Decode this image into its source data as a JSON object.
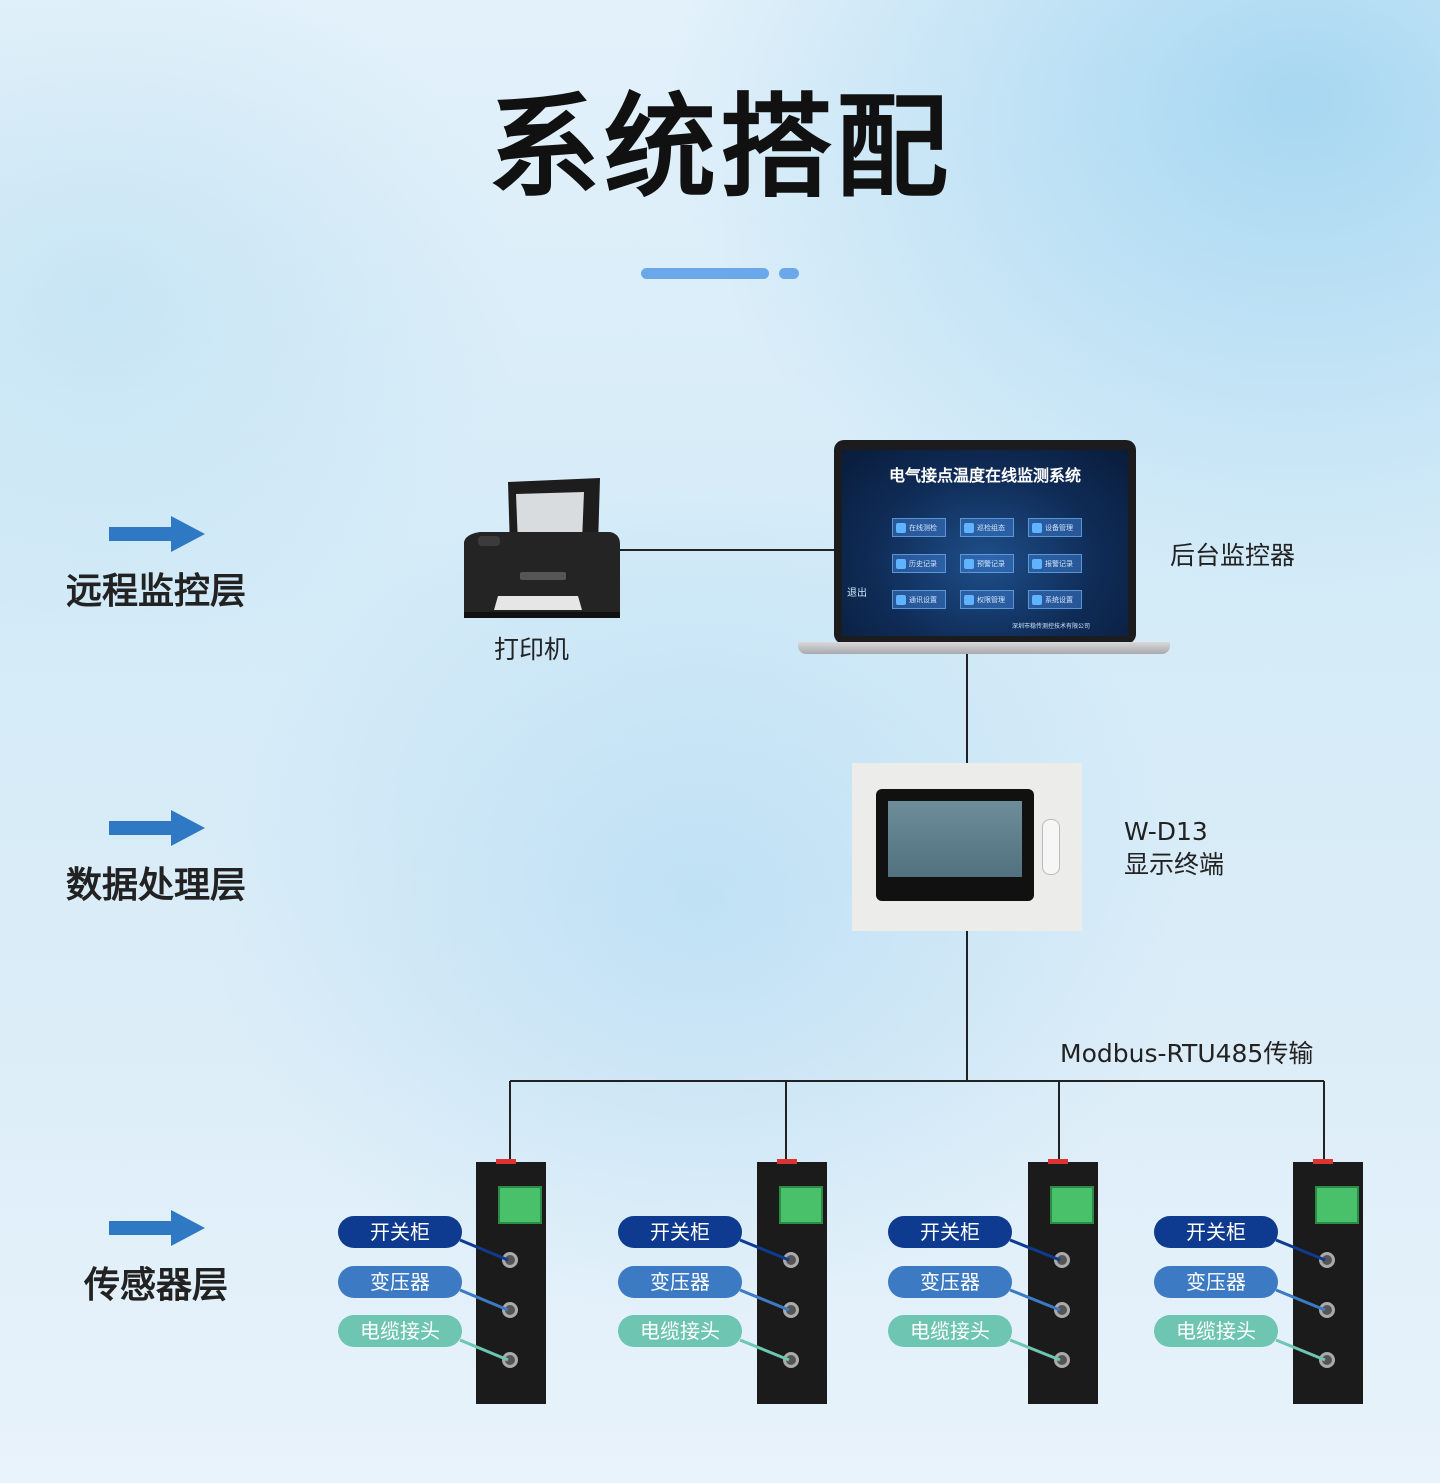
{
  "title": "系统搭配",
  "colors": {
    "arrow": "#2f78c4",
    "accent_bar": "#6aa8ea",
    "tag_switchgear": "#0e3a8f",
    "tag_transformer": "#3c7ac4",
    "tag_cable": "#6ec5b1"
  },
  "layers": [
    {
      "label": "远程监控层",
      "icon": "right-arrow"
    },
    {
      "label": "数据处理层",
      "icon": "right-arrow"
    },
    {
      "label": "传感器层",
      "icon": "right-arrow"
    }
  ],
  "printer": {
    "label": "打印机"
  },
  "monitor": {
    "label": "后台监控器",
    "screen_title": "电气接点温度在线监测系统",
    "menu": [
      "在线测检",
      "巡检组态",
      "设备管理",
      "历史记录",
      "预警记录",
      "报警记录",
      "通讯设置",
      "权限管理",
      "系统设置"
    ],
    "exit": "退出",
    "company": "深圳市稳传测控技术有限公司"
  },
  "terminal": {
    "model": "W-D13",
    "name": "显示终端"
  },
  "bus_label": "Modbus-RTU485传输",
  "sensor_groups": [
    {
      "tags": [
        "开关柜",
        "变压器",
        "电缆接头"
      ]
    },
    {
      "tags": [
        "开关柜",
        "变压器",
        "电缆接头"
      ]
    },
    {
      "tags": [
        "开关柜",
        "变压器",
        "电缆接头"
      ]
    },
    {
      "tags": [
        "开关柜",
        "变压器",
        "电缆接头"
      ]
    }
  ]
}
